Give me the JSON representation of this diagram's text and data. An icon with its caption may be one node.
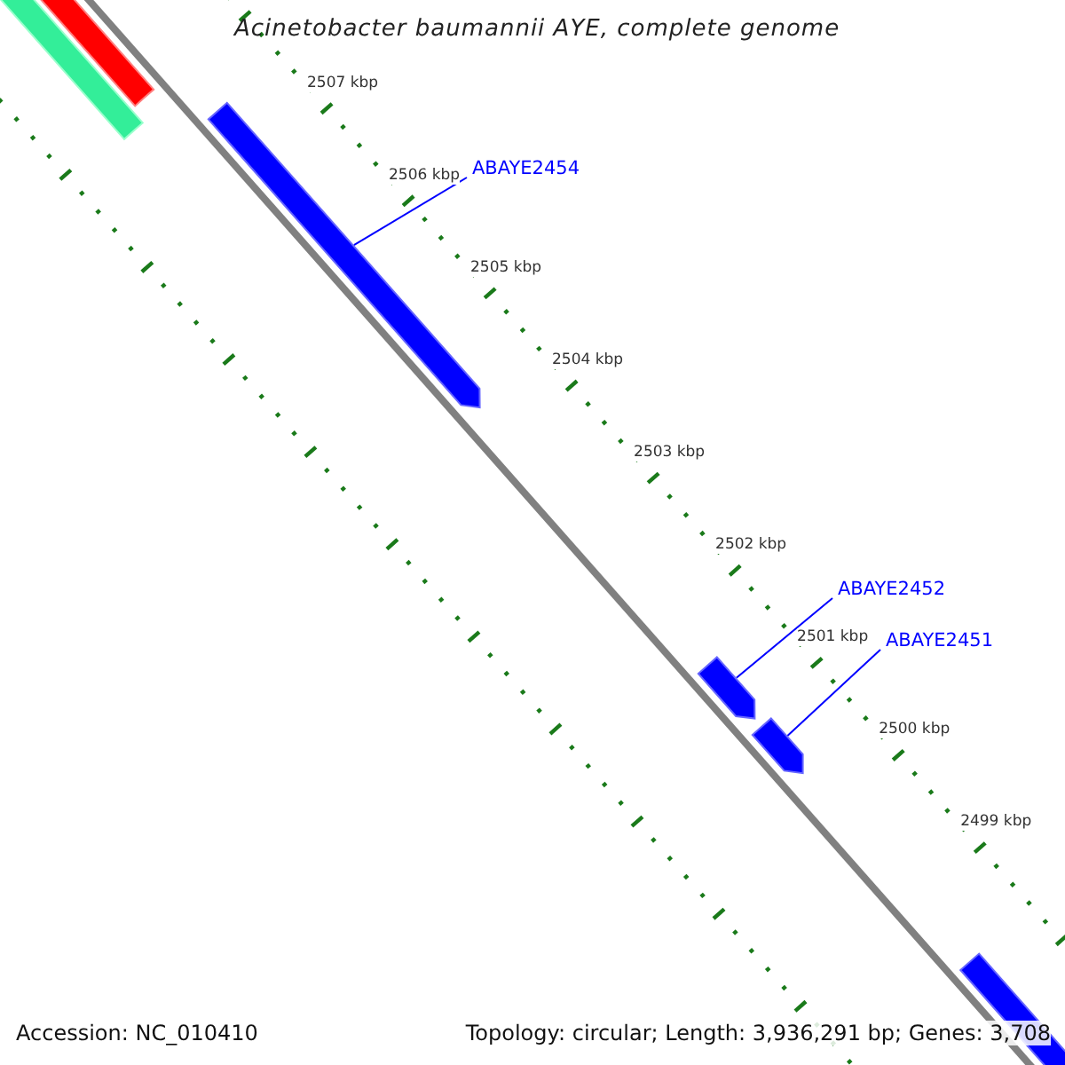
{
  "diagram": {
    "title": "Acinetobacter baumannii AYE, complete genome",
    "nodes": [
      {
        "text": [
          "ABAYE2454"
        ]
      },
      {
        "text": [],
        "shape": "arrow"
      },
      {
        "text": [
          "ABAYE2452"
        ]
      },
      {
        "text": [],
        "shape": "arrow"
      },
      {
        "text": [
          "ABAYE2451"
        ]
      },
      {
        "text": [],
        "shape": "arrow"
      }
    ],
    "edges": [
      {
        "from": 0,
        "to": 1,
        "arrow": "none"
      },
      {
        "from": 2,
        "to": 3,
        "arrow": "none"
      },
      {
        "from": 4,
        "to": 5,
        "arrow": "none"
      }
    ],
    "labels": [
      "2507 kbp",
      "2506 kbp",
      "2505 kbp",
      "2504 kbp",
      "2503 kbp",
      "2502 kbp",
      "2501 kbp",
      "2500 kbp",
      "2499 kbp",
      "Accession: NC_010410",
      "Topology: circular; Length: 3,936,291 bp; Genes: 3,708"
    ]
  }
}
